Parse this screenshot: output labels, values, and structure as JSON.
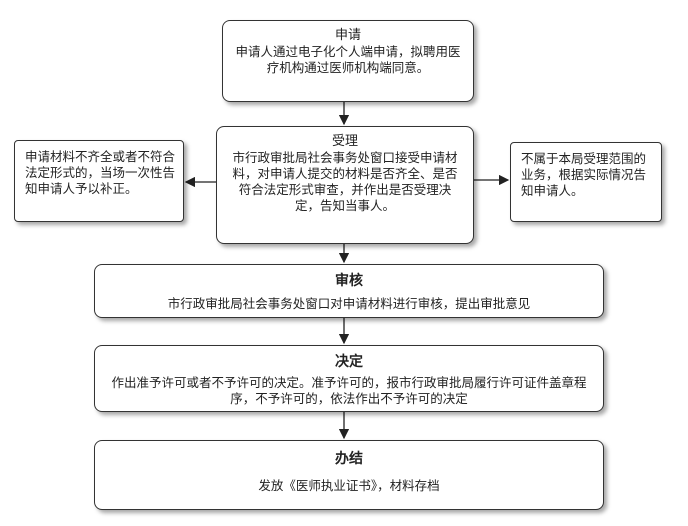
{
  "nodes": {
    "apply": {
      "title": "申请",
      "text": "申请人通过电子化个人端申请，拟聘用医疗机构通过医师机构端同意。"
    },
    "accept": {
      "title": "受理",
      "text": "市行政审批局社会事务处窗口接受申请材料，对申请人提交的材料是否齐全、是否符合法定形式审查，并作出是否受理决定，告知当事人。"
    },
    "left_note": {
      "text": "申请材料不齐全或者不符合法定形式的，当场一次性告知申请人予以补正。"
    },
    "right_note": {
      "text": "不属于本局受理范围的业务，根据实际情况告知申请人。"
    },
    "review": {
      "title": "审核",
      "text": "市行政审批局社会事务处窗口对申请材料进行审核，提出审批意见"
    },
    "decide": {
      "title": "决定",
      "text": "作出准予许可或者不予许可的决定。准予许可的，报市行政审批局履行许可证件盖章程序，不予许可的，依法作出不予许可的决定"
    },
    "finish": {
      "title": "办结",
      "text": "发放《医师执业证书》，材料存档"
    }
  }
}
